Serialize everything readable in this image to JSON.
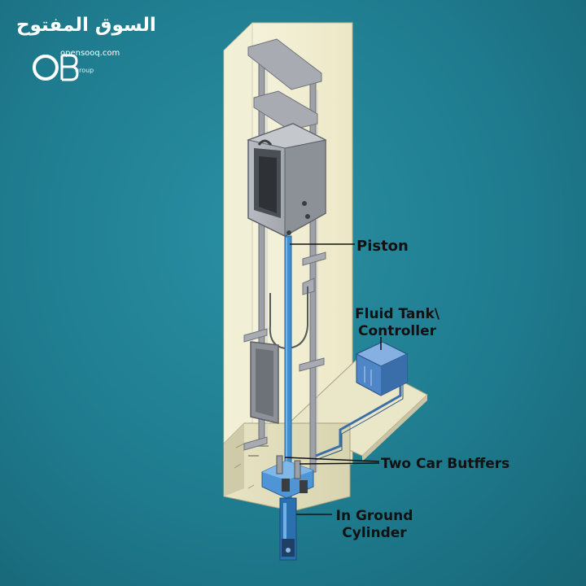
{
  "watermark": {
    "arabic_text": "السوق المفتوح",
    "domain_text": "opensooq.com",
    "group_text": "group"
  },
  "labels": {
    "piston": "Piston",
    "fluid_tank_line1": "Fluid Tank\\",
    "fluid_tank_line2": "Controller",
    "buffers": "Two Car Butffers",
    "cylinder_line1": "In Ground",
    "cylinder_line2": "Cylinder"
  },
  "colors": {
    "background": "#1f7a8c",
    "shaft": "#f3f0d4",
    "piston": "#3f8fd0",
    "tank": "#4f86c8",
    "frame": "#8f9399"
  }
}
